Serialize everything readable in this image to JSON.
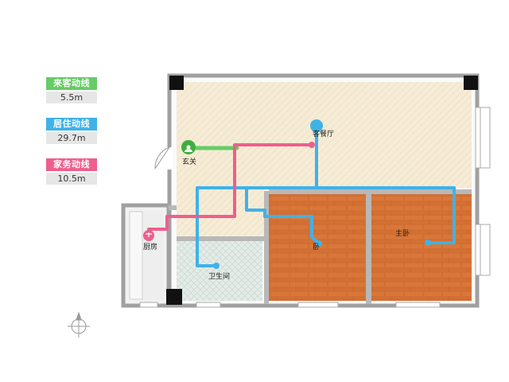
{
  "legend": [
    {
      "label": "来客动线",
      "value": "5.5m",
      "color": "#66cc66"
    },
    {
      "label": "居住动线",
      "value": "29.7m",
      "color": "#3fb2e8"
    },
    {
      "label": "家务动线",
      "value": "10.5m",
      "color": "#ee5f8c"
    }
  ],
  "rooms": {
    "living": "客餐厅",
    "entry": "玄关",
    "kitchen": "厨房",
    "bath": "卫生间",
    "bedroom": "卧",
    "master": "主卧"
  }
}
